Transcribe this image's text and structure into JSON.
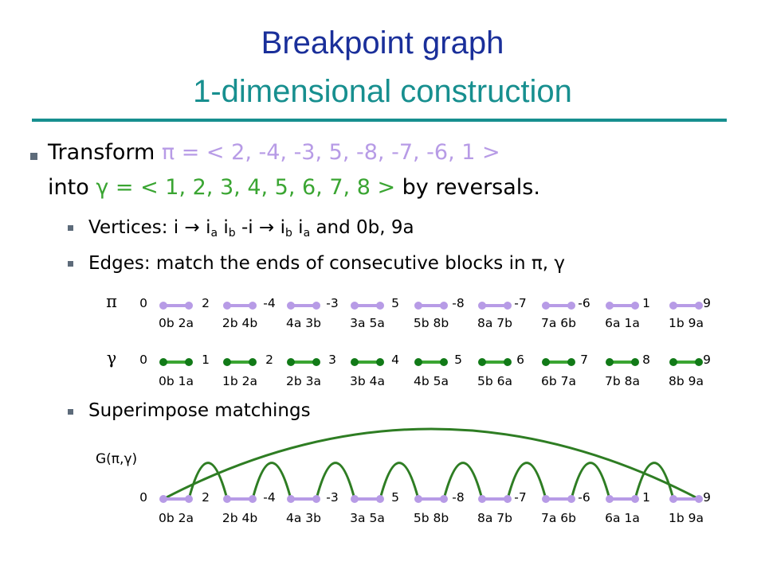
{
  "title": {
    "line1": "Breakpoint graph",
    "line2": "1-dimensional construction"
  },
  "bullets": {
    "transform_word": "Transform ",
    "pi_expr": "π = < 2, -4, -3, 5, -8, -7, -6, 1 >",
    "into_word": "into ",
    "gamma_expr": "γ = < 1, 2, 3, 4, 5, 6, 7, 8 >",
    "by_reversals": " by reversals.",
    "vertices": {
      "lead": "Vertices:  i  →  i",
      "a1": "a",
      "mid1": "   i",
      "b1": "b",
      "mid2": "        -i  →  i",
      "b2": "b",
      "mid3": "  i",
      "a2": "a",
      "tail": "   and 0b, 9a"
    },
    "edges": "Edges: match the ends of consecutive blocks in π, γ",
    "superimpose": "Superimpose matchings"
  },
  "rows": {
    "pi": {
      "symbol": "π",
      "numbers": [
        "0",
        "2",
        "-4",
        "-3",
        "5",
        "-8",
        "-7",
        "-6",
        "1",
        "9"
      ],
      "pairs": [
        "0b 2a",
        "2b 4b",
        "4a 3b",
        "3a 5a",
        "5b 8b",
        "8a 7b",
        "7a 6b",
        "6a 1a",
        "1b 9a"
      ]
    },
    "gamma": {
      "symbol": "γ",
      "numbers": [
        "0",
        "1",
        "2",
        "3",
        "4",
        "5",
        "6",
        "7",
        "8",
        "9"
      ],
      "pairs": [
        "0b 1a",
        "1b 2a",
        "2b 3a",
        "3b 4a",
        "4b 5a",
        "5b 6a",
        "6b 7a",
        "7b 8a",
        "8b 9a"
      ]
    },
    "graph": {
      "label": "G(π,γ)",
      "numbers": [
        "0",
        "2",
        "-4",
        "-3",
        "5",
        "-8",
        "-7",
        "-6",
        "1",
        "9"
      ],
      "pairs": [
        "0b 2a",
        "2b 4b",
        "4a 3b",
        "3a 5a",
        "5b 8b",
        "8a 7b",
        "7a 6b",
        "6a 1a",
        "1b 9a"
      ],
      "arcs": [
        [
          0,
          17
        ],
        [
          1,
          2
        ],
        [
          3,
          4
        ],
        [
          5,
          6
        ],
        [
          7,
          8
        ],
        [
          9,
          10
        ],
        [
          11,
          12
        ],
        [
          13,
          14
        ],
        [
          15,
          16
        ]
      ]
    }
  },
  "colors": {
    "title_blue": "#1a2f9a",
    "title_teal": "#178f8f",
    "pi_purple": "#b79be6",
    "gamma_green": "#3aa532",
    "gamma_dot": "#117a17",
    "arc_green": "#2e7d23"
  }
}
